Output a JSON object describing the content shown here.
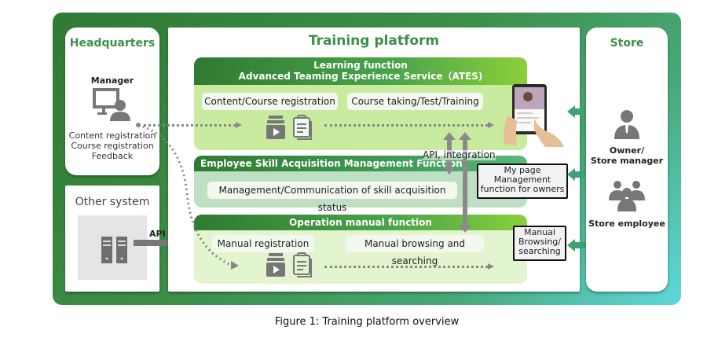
{
  "headquarters": {
    "title": "Headquarters",
    "role": "Manager",
    "actions": [
      "Content registration",
      "Course registration",
      "Feedback"
    ]
  },
  "other_system": {
    "title": "Other system",
    "api_label": "API"
  },
  "platform": {
    "title": "Training platform",
    "learning": {
      "header_line1": "Learning function",
      "header_line2": "Advanced Teaming Experience Service（ATES)",
      "box_left": "Content/Course registration",
      "box_right": "Course taking/Test/Training"
    },
    "skill": {
      "header": "Employee Skill Acquisition Management Function",
      "box": "Management/Communication of skill acquisition status"
    },
    "manual": {
      "header": "Operation manual function",
      "box_left": "Manual registration",
      "box_right": "Manual browsing and searching"
    },
    "api_integration_label": "API, integration"
  },
  "callouts": {
    "mypage": [
      "My page",
      "Management",
      "function for owners"
    ],
    "manual": [
      "Manual",
      "Browsing/",
      "searching"
    ]
  },
  "store": {
    "title": "Store",
    "owner": [
      "Owner/",
      "Store manager"
    ],
    "employee": "Store employee"
  },
  "caption": "Figure 1: Training platform overview",
  "colors": {
    "brand_green": "#3c8f48",
    "frame_start": "#2f7a32",
    "frame_end": "#5fd9dc",
    "learning_bg": "#c9eba0",
    "skill_bg": "#bfdfc4",
    "manual_bg": "#e2f5cf"
  }
}
